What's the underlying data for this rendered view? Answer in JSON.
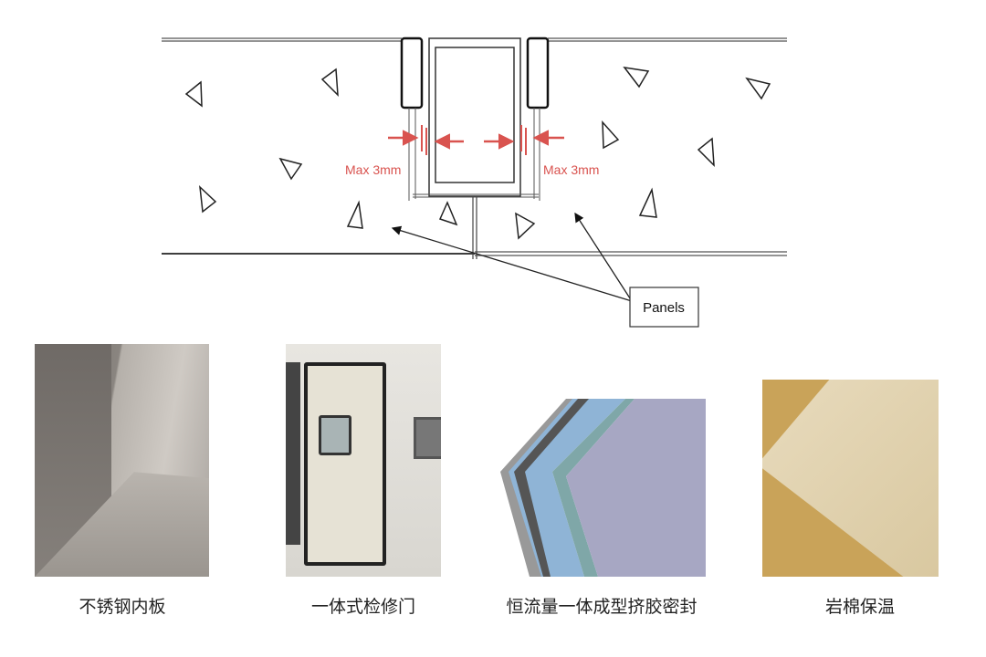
{
  "diagram": {
    "gap_label_left": "Max 3mm",
    "gap_label_right": "Max 3mm",
    "callout_label": "Panels",
    "accent_color": "#d9534f"
  },
  "photos": [
    {
      "caption": "不锈钢内板"
    },
    {
      "caption": "一体式检修门"
    },
    {
      "caption": "恒流量一体成型挤胶密封"
    },
    {
      "caption": "岩棉保温"
    }
  ]
}
